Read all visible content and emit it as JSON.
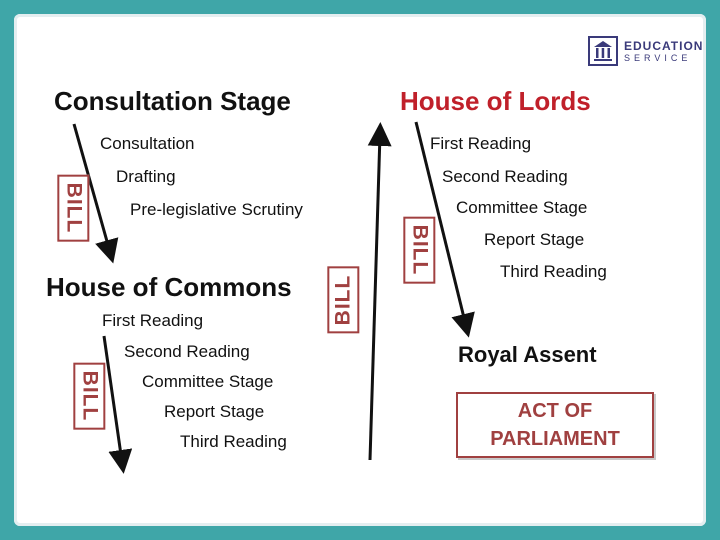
{
  "logo": {
    "line1": "EDUCATION",
    "line2": "SERVICE"
  },
  "headings": {
    "consultation_stage": "Consultation Stage",
    "house_of_lords": "House of Lords",
    "house_of_commons": "House of Commons"
  },
  "consultation_steps": [
    "Consultation",
    "Drafting",
    "Pre-legislative Scrutiny"
  ],
  "commons_steps": [
    "First Reading",
    "Second Reading",
    "Committee Stage",
    "Report Stage",
    "Third Reading"
  ],
  "lords_steps": [
    "First Reading",
    "Second Reading",
    "Committee Stage",
    "Report Stage",
    "Third Reading"
  ],
  "bill_label": "BILL",
  "royal_assent": "Royal Assent",
  "act": {
    "line1": "ACT OF",
    "line2": "PARLIAMENT"
  },
  "colors": {
    "background": "#3fa6a8",
    "heading_red": "#c0202a",
    "bill_border": "#a04040"
  }
}
